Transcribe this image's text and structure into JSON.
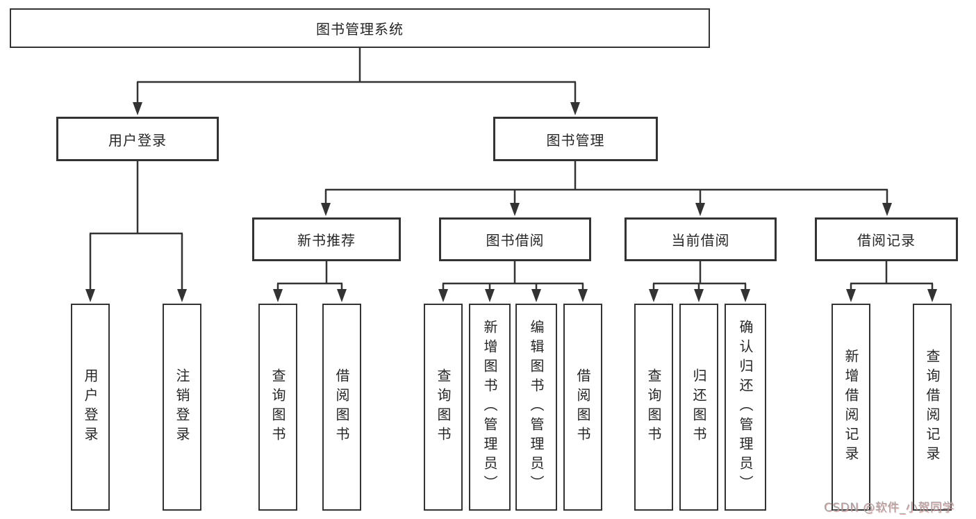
{
  "root": {
    "label": "图书管理系统"
  },
  "level2": [
    {
      "label": "用户登录"
    },
    {
      "label": "图书管理"
    }
  ],
  "level3": [
    {
      "label": "新书推荐"
    },
    {
      "label": "图书借阅"
    },
    {
      "label": "当前借阅"
    },
    {
      "label": "借阅记录"
    }
  ],
  "leaves": [
    {
      "label": "用户登录"
    },
    {
      "label": "注销登录"
    },
    {
      "label": "查询图书"
    },
    {
      "label": "借阅图书"
    },
    {
      "label": "查询图书"
    },
    {
      "label": "新增图书（管理员）"
    },
    {
      "label": "编辑图书（管理员）"
    },
    {
      "label": "借阅图书"
    },
    {
      "label": "查询图书"
    },
    {
      "label": "归还图书"
    },
    {
      "label": "确认归还（管理员）"
    },
    {
      "label": "新增借阅记录"
    },
    {
      "label": "查询借阅记录"
    }
  ],
  "watermark": "CSDN @软件_小贺同学",
  "colors": {
    "line": "#333333",
    "text": "#262626",
    "background": "#ffffff",
    "watermark_gray": "#a3a3a3"
  }
}
